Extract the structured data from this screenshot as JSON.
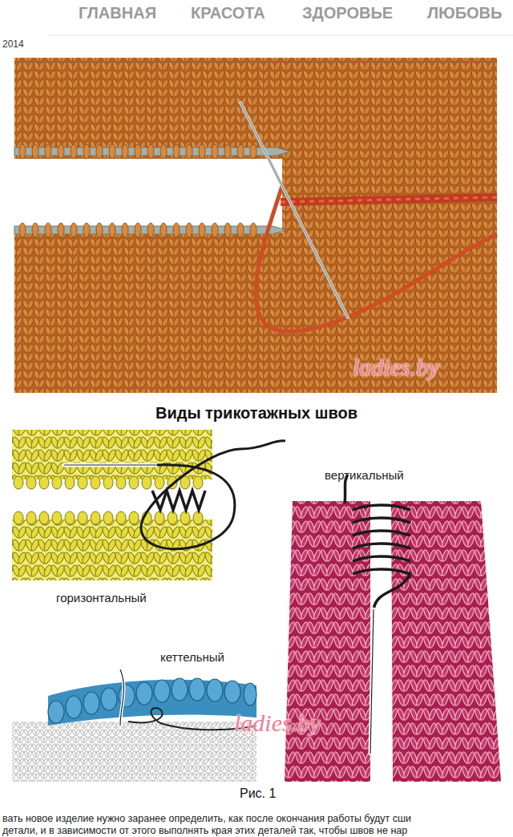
{
  "diagram": {
    "title": "Виды трикотажных швов",
    "caption": "Рис. 1",
    "labels": [
      "ГЛАВНАЯ",
      "КРАСОТА",
      "ЗДОРОВЬЕ",
      "ЛЮБОВЬ",
      "2014",
      "ladies.by",
      "вертикальный",
      "горизонтальный",
      "кеттельный",
      "ladies.by",
      "вать новое изделие нужно заранее определить, как после окончания работы будут сши",
      "детали, и в зависимости от этого выполнять края этих деталей так, чтобы швов не нар"
    ]
  }
}
